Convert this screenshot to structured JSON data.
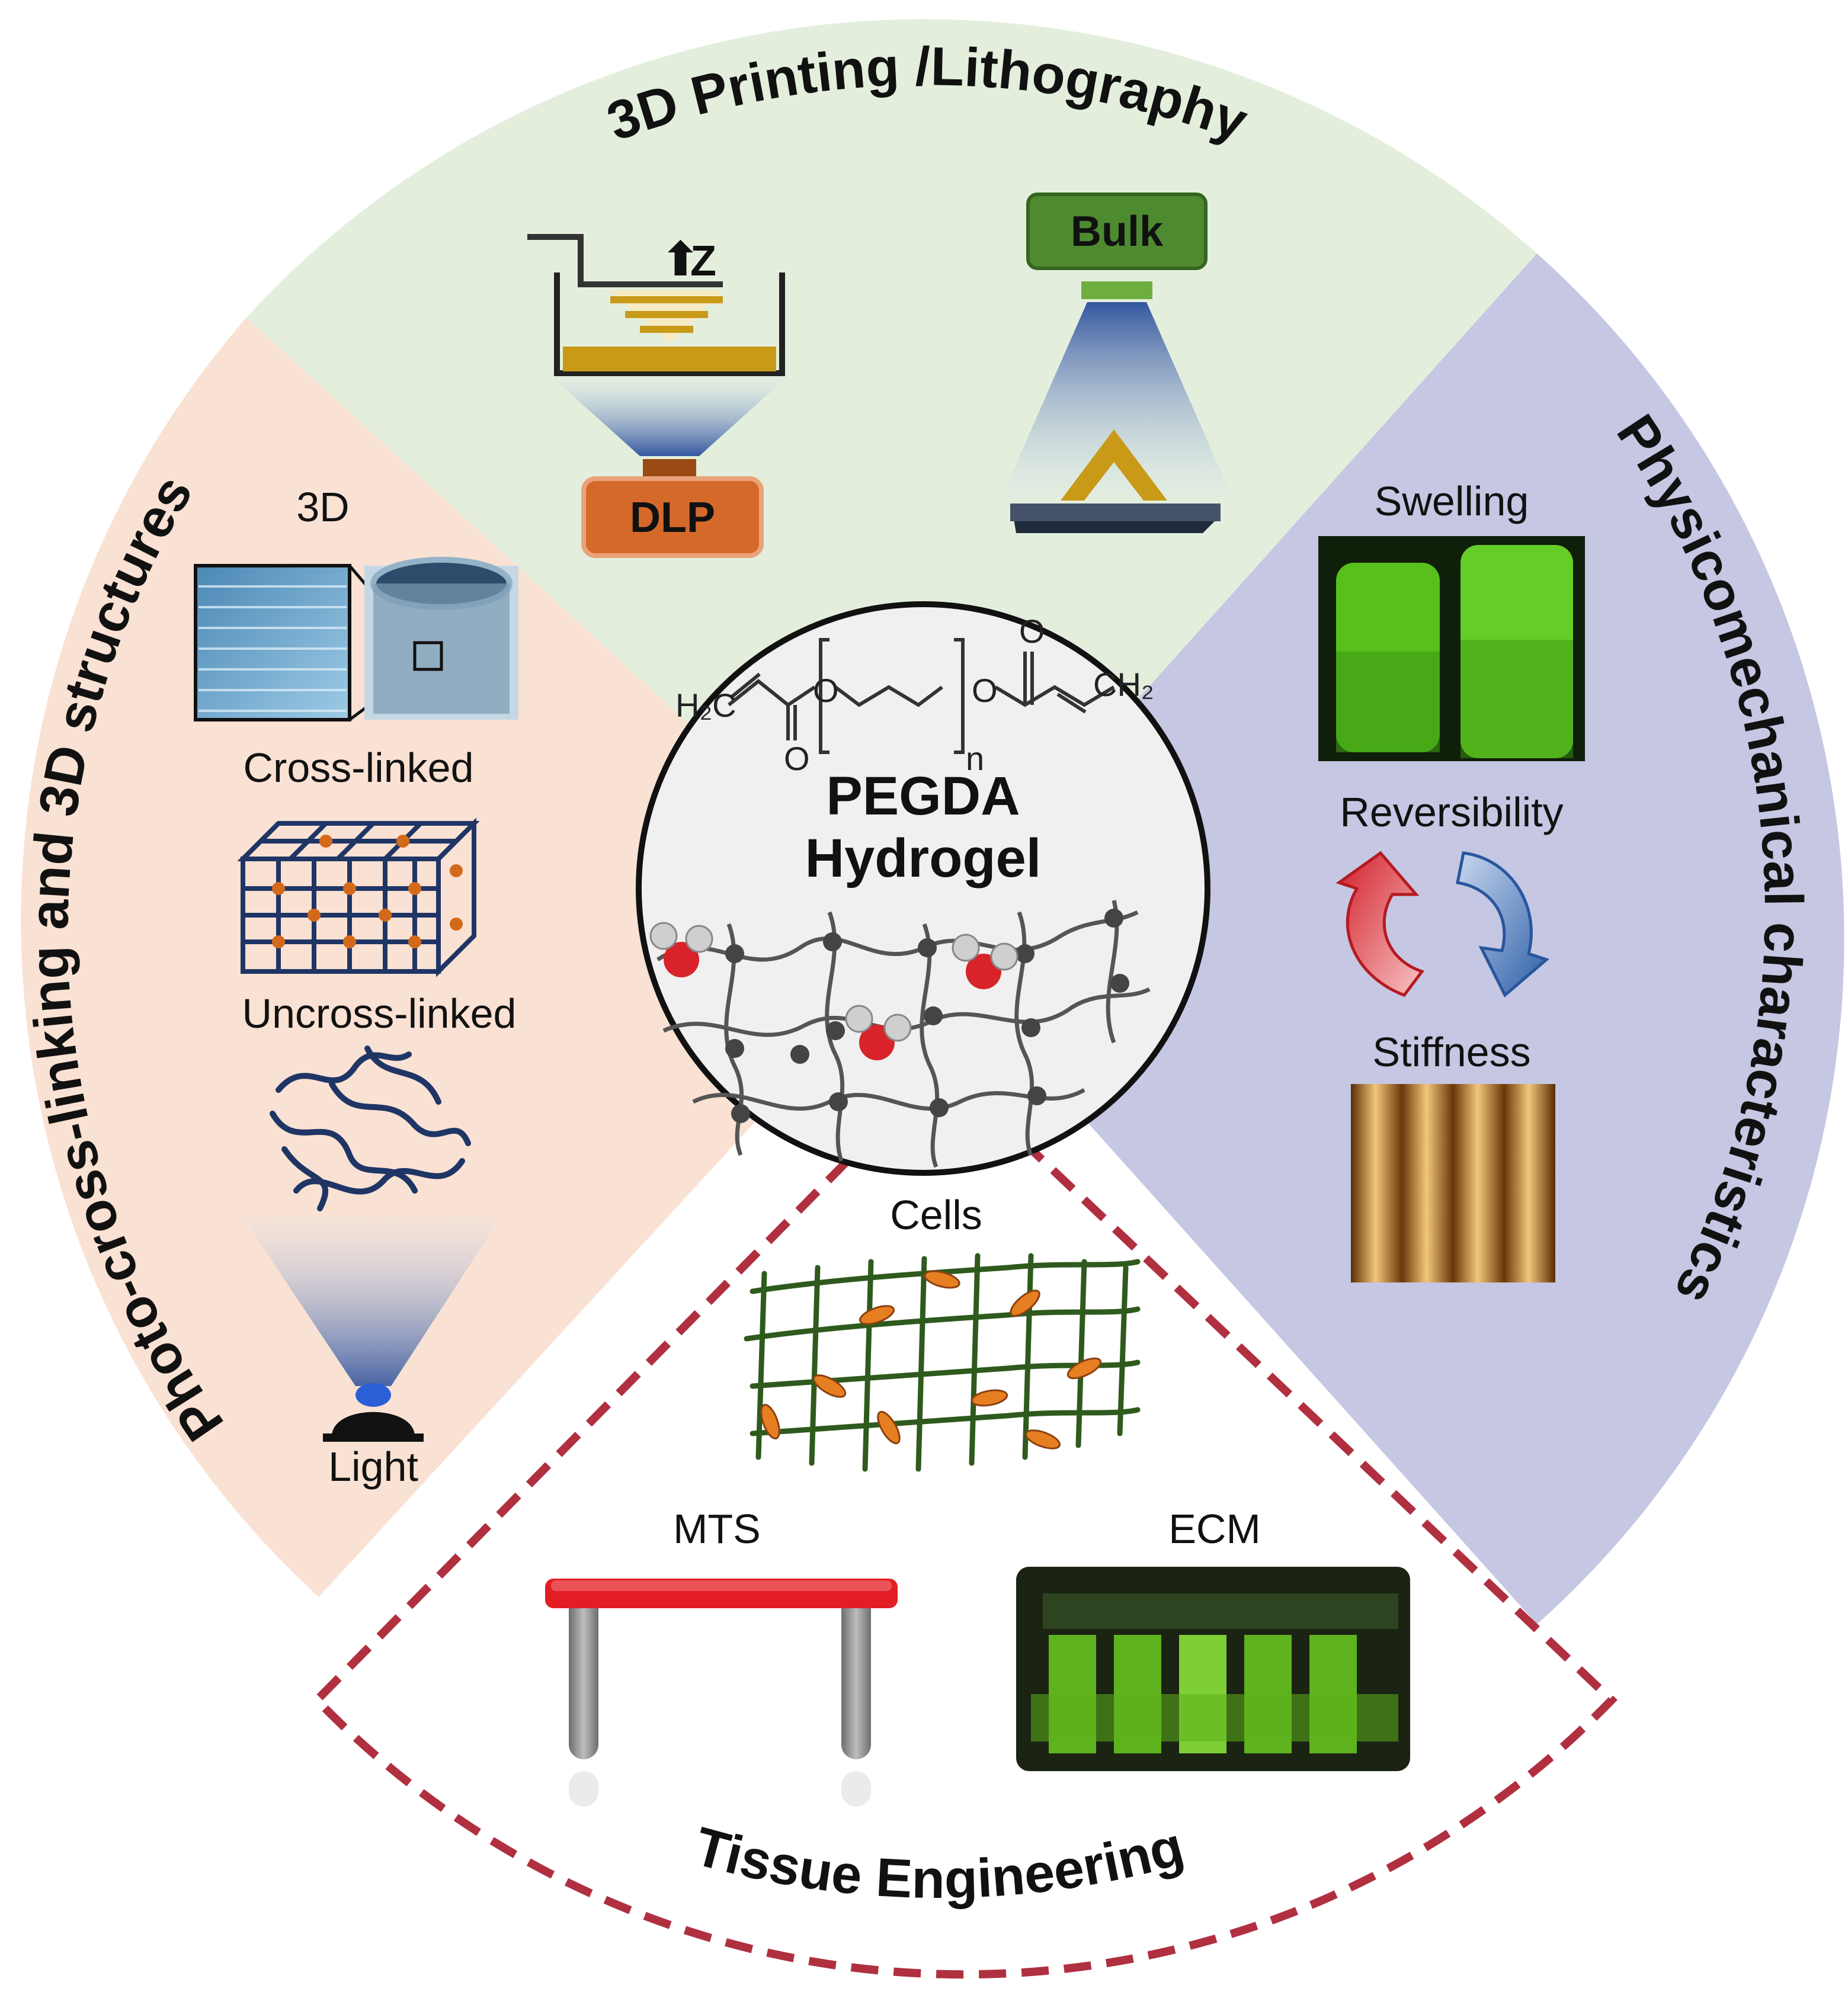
{
  "center": {
    "title_line1": "PEGDA",
    "title_line2": "Hydrogel",
    "chem_left": "H₂C",
    "chem_right": "CH₂",
    "chem_o1": "O",
    "chem_o2": "O",
    "chem_o3": "O",
    "chem_o4": "O",
    "chem_n": "n"
  },
  "sections": {
    "top": {
      "title": "3D Printing /Lithography",
      "dlp_label": "DLP",
      "bulk_label": "Bulk",
      "z_label": "Z",
      "color": "#e3efdc"
    },
    "left": {
      "title": "Photo-cross-linking and 3D structures",
      "label_3d": "3D",
      "label_crosslinked": "Cross-linked",
      "label_uncrosslinked": "Uncross-linked",
      "label_light": "Light",
      "color": "#f9e1d3"
    },
    "right": {
      "title": "Physicomechanical characteristics",
      "label_swelling": "Swelling",
      "label_reversibility": "Reversibility",
      "label_stiffness": "Stiffness",
      "color": "#c5c7e3"
    },
    "bottom": {
      "title": "Tissue Engineering",
      "label_cells": "Cells",
      "label_mts": "MTS",
      "label_ecm": "ECM",
      "border_color": "#b03040"
    }
  }
}
